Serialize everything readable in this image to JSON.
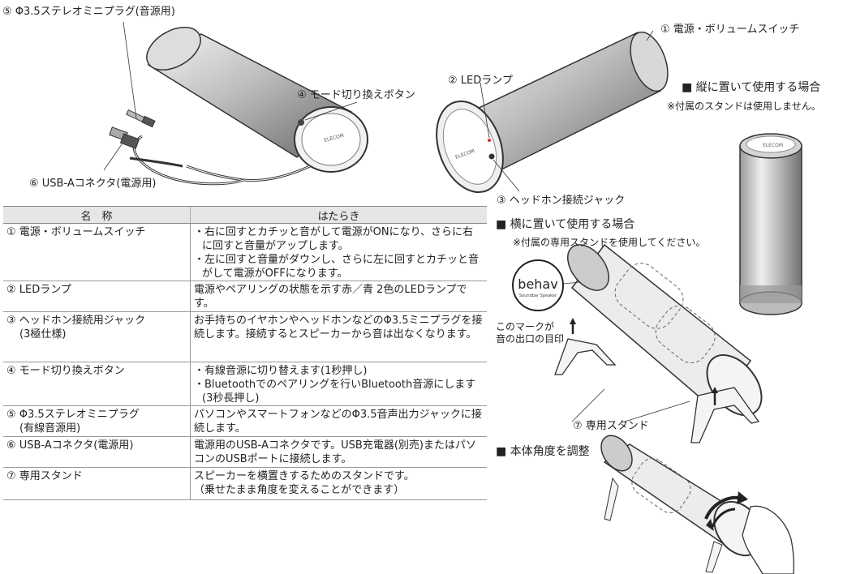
{
  "labels": {
    "plug": "⑤ Φ3.5ステレオミニプラグ(音源用)",
    "mode": "④ モード切り換えボタン",
    "usb": "⑥ USB-Aコネクタ(電源用)",
    "led": "② LEDランプ",
    "power": "① 電源・ボリュームスイッチ",
    "headphone": "③ ヘッドホン接続ジャック",
    "stand": "⑦ 専用スタンド",
    "mark": [
      "このマークが",
      "音の出口の目印"
    ],
    "brand_logo": "ELECOM",
    "behav": "behav",
    "behav_sub": "Soundbar Speaker"
  },
  "sections": {
    "vertical_title": "■ 縦に置いて使用する場合",
    "vertical_note": "※付属のスタンドは使用しません。",
    "horizontal_title": "■ 横に置いて使用する場合",
    "horizontal_note": "※付属の専用スタンドを使用してください。",
    "angle_title": "■ 本体角度を調整"
  },
  "table": {
    "headers": [
      "名　称",
      "はたらき"
    ],
    "rows": [
      {
        "name": [
          "① 電源・ボリュームスイッチ"
        ],
        "desc": [
          "・右に回すとカチッと音がして電源がONになり、さらに右に回すと音量がアップします。",
          "・左に回すと音量がダウンし、さらに左に回すとカチッと音がして電源がOFFになります。"
        ],
        "bullets": true
      },
      {
        "name": [
          "② LEDランプ"
        ],
        "desc": [
          "電源やペアリングの状態を示す赤／青 2色のLEDランプです。"
        ],
        "bullets": false
      },
      {
        "name": [
          "③ ヘッドホン接続用ジャック",
          "(3極仕様)"
        ],
        "desc": [
          "お手持ちのイヤホンやヘッドホンなどのΦ3.5ミニプラグを接続します。接続するとスピーカーから音は出なくなります。"
        ],
        "bullets": false
      },
      {
        "name": [
          "④ モード切り換えボタン"
        ],
        "desc": [
          "・有線音源に切り替えます(1秒押し)",
          "・Bluetoothでのペアリングを行いBluetooth音源にします(3秒長押し)"
        ],
        "bullets": true
      },
      {
        "name": [
          "⑤ Φ3.5ステレオミニプラグ",
          "(有線音源用)"
        ],
        "desc": [
          "パソコンやスマートフォンなどのΦ3.5音声出力ジャックに接続します。"
        ],
        "bullets": false
      },
      {
        "name": [
          "⑥ USB-Aコネクタ(電源用)"
        ],
        "desc": [
          "電源用のUSB-Aコネクタです。USB充電器(別売)またはパソコンのUSBポートに接続します。"
        ],
        "bullets": false
      },
      {
        "name": [
          "⑦ 専用スタンド"
        ],
        "desc": [
          "スピーカーを横置きするためのスタンドです。",
          "（乗せたまま角度を変えることができます）"
        ],
        "bullets": false
      }
    ]
  }
}
